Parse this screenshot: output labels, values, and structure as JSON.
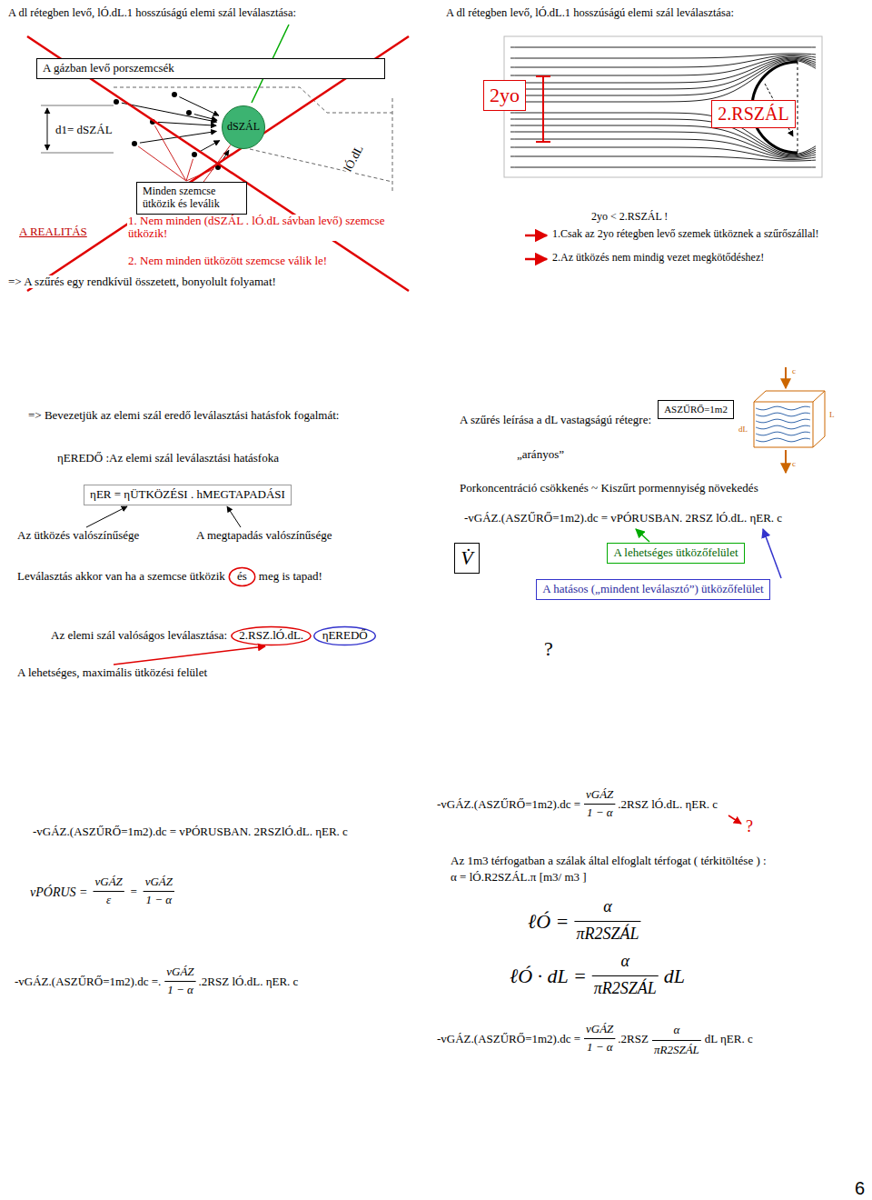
{
  "diagram": {
    "nodes": [
      {
        "text": [
          "A gázban levő porszemcsék"
        ]
      },
      {
        "text": [
          "dSZÁL"
        ]
      },
      {
        "text": [
          "Minden szemcse ütközik és leválik"
        ]
      },
      {
        "text": [
          "2yo"
        ]
      },
      {
        "text": [
          "2.RSZÁL"
        ]
      },
      {
        "text": [
          "ηER = ηÜTKÖZÉSI . hMEGTAPADÁSI"
        ]
      },
      {
        "text": [
          "ASZŰRŐ=1m2"
        ]
      },
      {
        "text": [
          "A lehetséges ütközőfelület"
        ]
      },
      {
        "text": [
          "A hatásos („mindent leválasztó”) ütközőfelület"
        ]
      },
      {
        "text": [
          "V̇"
        ]
      },
      {
        "text": [
          "és"
        ]
      },
      {
        "text": [
          "2.RSZ.lÓ.dL."
        ]
      },
      {
        "text": [
          "ηEREDŐ"
        ]
      }
    ],
    "edges": [
      {
        "from": 2,
        "to": 1,
        "arrow": "none"
      }
    ],
    "labels": [
      "A dl rétegben levő, lÓ.dL.1 hosszúságú elemi szál leválasztása:",
      "d1= dSZÁL",
      "lÓ.dL",
      "A REALITÁS",
      "1. Nem minden (dSZÁL . lÓ.dL sávban levő) szemcse ütközik!",
      "2. Nem minden ütközött szemcse válik le!",
      "=> A szűrés egy rendkívül összetett, bonyolult folyamat!",
      "A dl rétegben levő, lÓ.dL.1 hosszúságú elemi szál leválasztása:",
      "2yo < 2.RSZÁL !",
      "1.Csak az 2yo rétegben levő szemek ütköznek a szűrőszállal!",
      "2.Az ütközés nem mindig vezet megkötődéshez!",
      "=> Bevezetjük az elemi szál eredő leválasztási hatásfok fogalmát:",
      "ηEREDŐ :Az elemi szál leválasztási hatásfoka",
      "Az ütközés valószínűsége",
      "A megtapadás valószínűsége",
      "Leválasztás akkor van ha a szemcse ütközik",
      "meg is tapad!",
      "Az elemi szál valóságos leválasztása:",
      "A lehetséges, maximális ütközési felület",
      "A szűrés leírása a dL vastagságú rétegre:",
      "„arányos”",
      "Porkoncentráció csökkenés ~ Kiszűrt pormennyiség növekedés",
      "-vGÁZ.(ASZŰRŐ=1m2).dc = vPÓRUSBAN. 2RSZ lÓ.dL. ηER. c",
      "?",
      "c",
      "dL",
      "L",
      "c",
      "-vGÁZ.(ASZŰRŐ=1m2).dc = vPÓRUSBAN. 2RSZlÓ.dL. ηER. c",
      "vPÓRUS =",
      "vGÁZ",
      "ε",
      "=",
      "vGÁZ",
      "1 − α",
      "-vGÁZ.(ASZŰRŐ=1m2).dc =.",
      "vGÁZ",
      "1 − α",
      ".2RSZ lÓ.dL. ηER. c",
      "-vGÁZ.(ASZŰRŐ=1m2).dc =",
      "vGÁZ",
      "1 − α",
      ".2RSZ lÓ.dL. ηER. c",
      "?",
      "Az 1m3 térfogatban a szálak által elfoglalt térfogat ( térkitöltése ) :",
      "α = lÓ.R2SZÁL.π [m3/ m3 ]",
      "ℓÓ =",
      "α",
      "πR2SZÁL",
      "ℓÓ · dL =",
      "α",
      "πR2SZÁL",
      "dL",
      "-vGÁZ.(ASZŰRŐ=1m2).dc =",
      "vGÁZ",
      "1 − α",
      ".2RSZ",
      "α",
      "πR2SZÁL",
      "dL ηER. c",
      "6"
    ]
  }
}
